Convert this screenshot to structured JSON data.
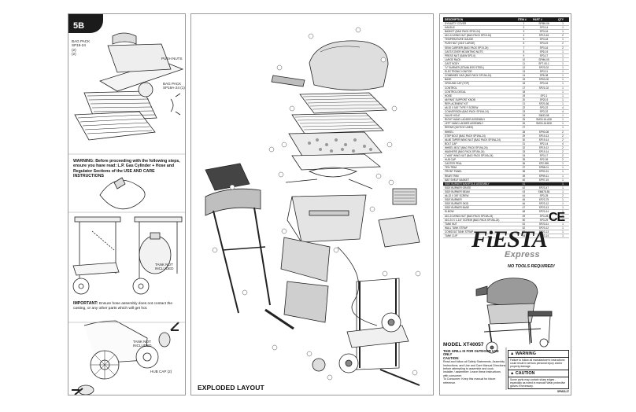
{
  "left_panel": {
    "step": "5",
    "step_suffix": "B",
    "callouts": {
      "bag_pack": "BAG PACK",
      "bag_pack_code": "SP19-24",
      "bag_pack_a": "(2)",
      "bag_pack_b": "(2)",
      "push_nuts": "PUSH NUTS",
      "bag_pack_right": "BAG PACK",
      "bag_pack_right_code": "SP19A-24 (1)",
      "tank_not_included": "TANK NOT\nINCLUDED",
      "tank_not_included_2": "TANK NOT\nINCLUDED",
      "hub_cap": "HUB CAP (2)"
    },
    "warning": "WARNING: Before proceeding with the following steps, ensure you have read: L.P. Gas Cylinder + Hose and Regulator Sections of the USE AND CARE INSTRUCTIONS",
    "important_label": "IMPORTANT:",
    "important": " Ensure hose assembly does not contact the casting, or any other parts which will get hot."
  },
  "center_panel": {
    "title": "EXPLODED LAYOUT"
  },
  "right_panel": {
    "table_headers": [
      "DESCRIPTION",
      "ITEM #",
      "PART #",
      "QTY"
    ],
    "rows": [
      [
        "DYNASTY COVER",
        "1",
        "SPM6-06",
        "1"
      ],
      [
        "HANDLE",
        "2",
        "SP3-14",
        "1"
      ],
      [
        "BASKET (BAG PACK SP19-24)",
        "3",
        "SP3-16",
        "1"
      ],
      [
        "#10-24 WING NUT (BAG PACK SP19-24)",
        "4",
        "SP13-16",
        "2"
      ],
      [
        "TEMPERATURE GAUGE",
        "5",
        "SP3-18",
        "1"
      ],
      [
        "PUSH NUT (3/16\" LARGE)",
        "6",
        "SP3-19",
        "2"
      ],
      [
        "SEMI CARRIER (BAG PACK SP19-24)",
        "7",
        "SP3-16",
        "2"
      ],
      [
        "CAST/COVER MOUNTING NUTS",
        "8",
        "SP10-5",
        "1"
      ],
      [
        "PRESS NUT (SAIW SP3-0)",
        "9",
        "SP3-17",
        "1"
      ],
      [
        "LARGE RACK",
        "10",
        "SPM6-05",
        "1"
      ],
      [
        "CAST BODY",
        "11",
        "SP7-00-1",
        "1"
      ],
      [
        "\"U\" BURNER (STAINLESS STEEL)",
        "12",
        "SP23-02",
        "1"
      ],
      [
        "ELECTRONIC IGNITOR",
        "13",
        "SP3-11",
        "1"
      ],
      [
        "COMBINED GAS (BAG PACK SP19A-24)",
        "14",
        "SP5-08",
        "1"
      ],
      [
        "BASE",
        "15",
        "SP63-00",
        "1"
      ],
      [
        "GROUND CAP (TOP)",
        "16",
        "SP3-16",
        "1"
      ],
      [
        "CONTROL",
        "17",
        "SP21-02",
        "1"
      ],
      [
        "CONTROL DECAL",
        "18",
        "",
        "1"
      ],
      [
        "HOSE",
        "19",
        "SP2-1",
        "1"
      ],
      [
        "#8 PANT SUPPORT KNOB",
        "20",
        "SP20-9",
        "1"
      ],
      [
        "REPLACEMENT KIT",
        "21",
        "SP20-36",
        "1"
      ],
      [
        "#8-32 X 5/8\" TYPE F SCREW",
        "22",
        "SP3-22",
        "4"
      ],
      [
        "CONVERSION (BAG PACK SP19A-24)",
        "23",
        "SP3-22",
        "4"
      ],
      [
        "VALVE HOLE",
        "24",
        "SM33-08",
        "1"
      ],
      [
        "RIGHT HAND LADDER ASSEMBLY",
        "25",
        "SM33-16-A28",
        "1"
      ],
      [
        "LEFT HAND LADDER ASSEMBLY",
        "26",
        "SM33-16-B28",
        "1"
      ],
      [
        "REPAIR (NOTICE USES)",
        "27",
        "",
        "1"
      ],
      [
        "WHEEL",
        "28",
        "SP90-08",
        "2"
      ],
      [
        "STEP BOLT (BAG PACK SP19A-24)",
        "29",
        "SP19-13",
        "2"
      ],
      [
        "#6-80 TAPER WING NUT (BAG PACK SP19A-24)",
        "30",
        "SP19-14",
        "2"
      ],
      [
        "BOLT CAP",
        "31",
        "SP2-14",
        "4"
      ],
      [
        "WHEEL BOLT (BAG PACK SP19A-24)",
        "32",
        "SP19-12",
        "2"
      ],
      [
        "WASHERS (BAG PACK SP19A-24)",
        "33",
        "SP19-14",
        "2"
      ],
      [
        "1\"x5/8\" WING NUT (BAG PACK SP19A-24)",
        "34",
        "SP3-17",
        "2"
      ],
      [
        "HUB CAP",
        "35",
        "SP2-09",
        "2"
      ],
      [
        "CASTER PEAL",
        "36",
        "SP2-999",
        "1"
      ],
      [
        "TEN TRIM",
        "37",
        "SP88-01",
        "1"
      ],
      [
        "FRONT PANEL",
        "38",
        "SP90-31",
        "1"
      ],
      [
        "REAR TRIM",
        "39",
        "SP99-11",
        "1"
      ],
      [
        "MAT SHELF BASKET",
        "40",
        "SP97-19",
        "1"
      ],
      [
        "SIDE BURNER MANIFOLD ASSEMBLY",
        "41",
        "",
        "1"
      ],
      [
        "SIDE BURNER GRATE",
        "42",
        "SP23-47",
        "1"
      ],
      [
        "SIDE BURNER BEAM",
        "43",
        "SM878-55",
        "1"
      ],
      [
        "#6-32 X 3/8\" SCREW",
        "44",
        "SP3-25",
        "2"
      ],
      [
        "SIDE BURNER",
        "45",
        "SP23-75",
        "1"
      ],
      [
        "SIDE BURNER SKID",
        "46",
        "SP23-12",
        "1"
      ],
      [
        "SIDE BURNER BASE",
        "47",
        "SP23-13",
        "1"
      ],
      [
        "ELBOW",
        "48",
        "SP23-14",
        "1"
      ],
      [
        "#10-24 WING NUT (BAG PACK SP19A-24)",
        "49",
        "SP3-28",
        "2"
      ],
      [
        "#10-24 X 1-1/4\" SCREW (BAG PACK SP19A-24)",
        "50",
        "SP3-29",
        "2"
      ],
      [
        "TANK NUT",
        "51",
        "SP23-11",
        "1"
      ],
      [
        "WALL TANK STRAP",
        "52",
        "SP23-12",
        "1"
      ],
      [
        "CONSOLE TANK STRAP",
        "53",
        "SP23-13",
        "1"
      ],
      [
        "TANK CLIP",
        "54",
        "SP23-14",
        "1"
      ]
    ],
    "highlight_row": 40,
    "ce": "CE",
    "brand": "FiESTA",
    "brand_sub": "Express",
    "tagline": "NO TOOLS REQUIRED!",
    "model": "MODEL XT40057",
    "info_title": "THIS GRILL IS FOR OUTDOOR USE ONLY",
    "info_caution": "CAUTION:",
    "info_body": "Read and follow all Safety Statements, Assembly Instructions, and Use and Care Manual Directions before attempting to assemble and cook.",
    "info_installer": "Installer / assembler: Leave these instructions with consumer.",
    "info_consumer": "To Consumer: Keep this manual for future reference.",
    "warning_head": "WARNING",
    "warning_1": "Failure to follow all manufacturer's instructions could result in serious personal injury and/or property damage.",
    "caution_head": "CAUTION",
    "caution_1": "Some parts may contain sharp edges - especially as noted in manual! Wear protective gloves if necessary.",
    "doc_code": "SPM15-27"
  },
  "colors": {
    "ink": "#1b1b1b",
    "panel_border": "#9a9a9a",
    "brand_sub": "#888888"
  }
}
